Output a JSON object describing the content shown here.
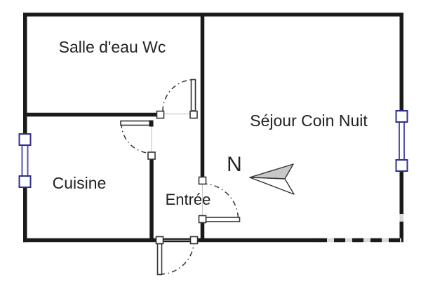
{
  "floorplan": {
    "rooms": {
      "salle_deau": {
        "label": "Salle d'eau Wc"
      },
      "sejour": {
        "label": "Séjour Coin Nuit"
      },
      "cuisine": {
        "label": "Cuisine"
      },
      "entree": {
        "label": "Entrée"
      }
    },
    "compass": {
      "label": "N"
    },
    "colors": {
      "wall": "#1a1a1a",
      "door_outline": "#333333",
      "threshold": "#c9c9c9",
      "dashed_gap": "#d9d9d9",
      "window_border": "#2f2f8a",
      "window_pane": "#5353b4",
      "arrow_fill": "#c8c8c8",
      "text": "#222222"
    }
  }
}
